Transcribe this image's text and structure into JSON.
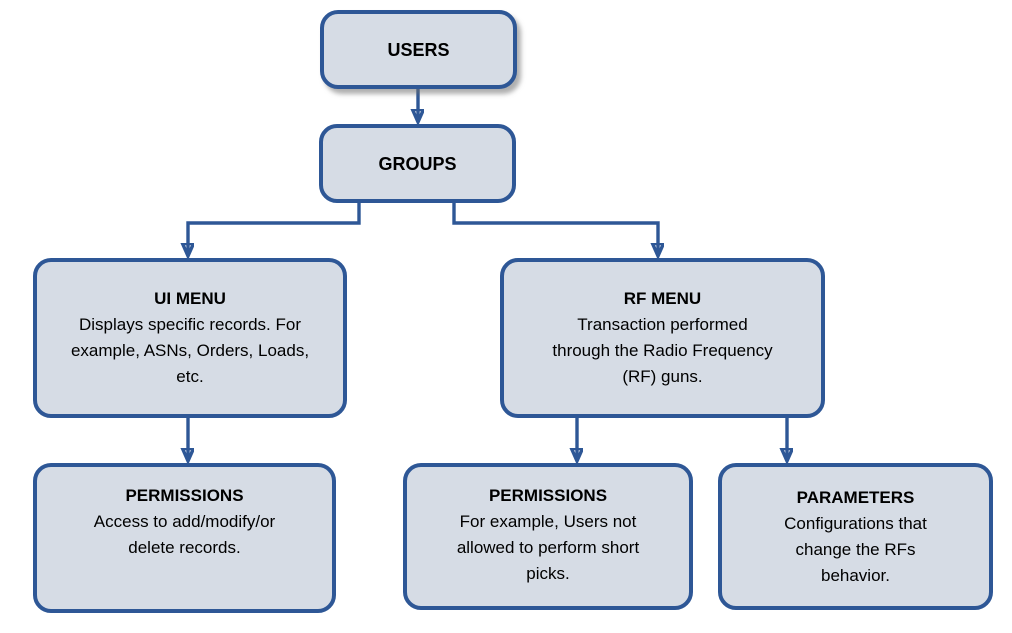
{
  "diagram": {
    "type": "flowchart",
    "colors": {
      "background": "#ffffff",
      "node_fill": "#d6dce5",
      "node_border": "#2e5796",
      "connector": "#2e5796",
      "text": "#000000"
    },
    "nodes": [
      {
        "id": "users",
        "title": "USERS",
        "body": ""
      },
      {
        "id": "groups",
        "title": "GROUPS",
        "body": ""
      },
      {
        "id": "ui-menu",
        "title": "UI MENU",
        "body": "Displays specific records. For\nexample, ASNs, Orders, Loads,\netc."
      },
      {
        "id": "rf-menu",
        "title": "RF MENU",
        "body": "Transaction performed\nthrough the Radio Frequency\n(RF) guns."
      },
      {
        "id": "ui-permissions",
        "title": "PERMISSIONS",
        "body": "Access to add/modify/or\ndelete records."
      },
      {
        "id": "rf-permissions",
        "title": "PERMISSIONS",
        "body": "For example, Users not\nallowed to perform short\npicks."
      },
      {
        "id": "parameters",
        "title": "PARAMETERS",
        "body": "Configurations that\nchange the RFs\nbehavior."
      }
    ],
    "edges": [
      {
        "from": "users",
        "to": "groups"
      },
      {
        "from": "groups",
        "to": "ui-menu"
      },
      {
        "from": "groups",
        "to": "rf-menu"
      },
      {
        "from": "ui-menu",
        "to": "ui-permissions"
      },
      {
        "from": "rf-menu",
        "to": "rf-permissions"
      },
      {
        "from": "rf-menu",
        "to": "parameters"
      }
    ]
  }
}
